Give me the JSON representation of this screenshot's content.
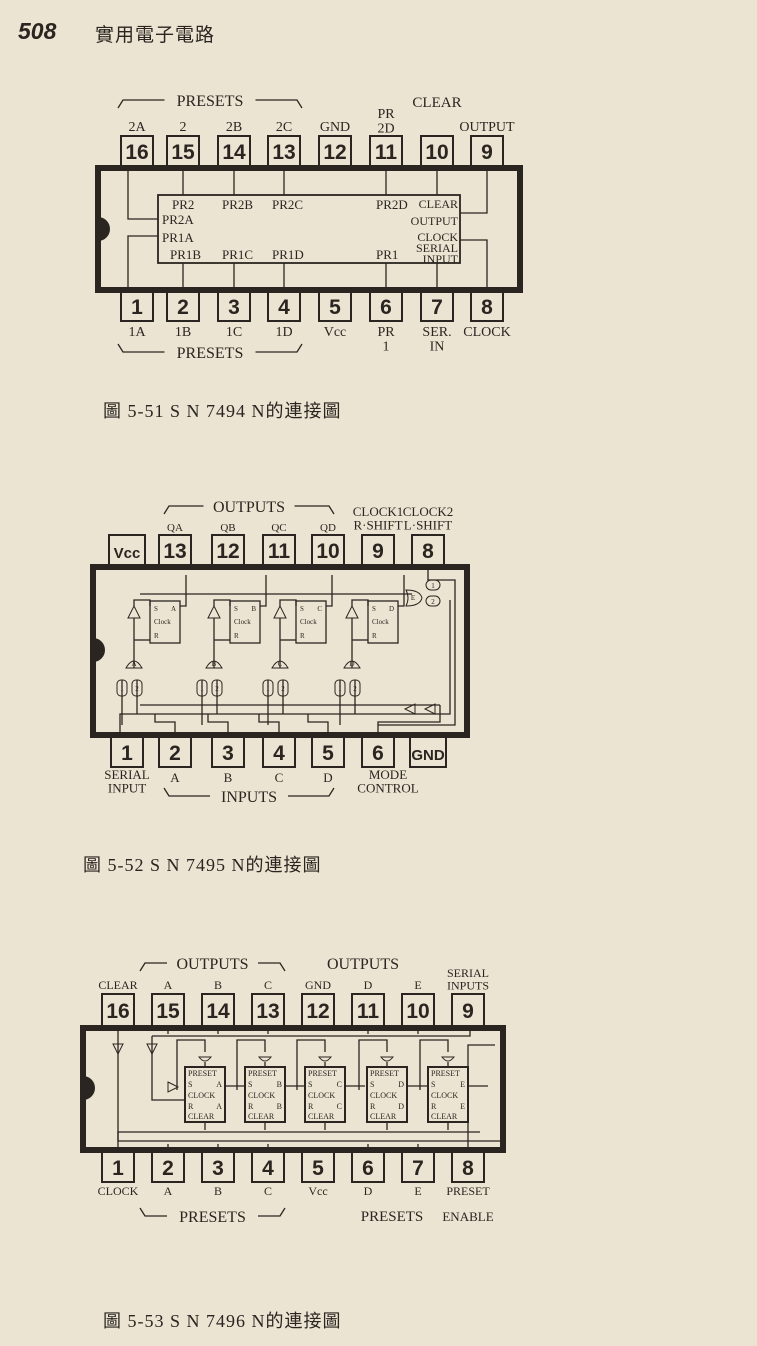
{
  "header": {
    "page_number": "508",
    "book_title": "實用電子電路"
  },
  "figures": [
    {
      "caption": "圖 5-51  S N 7494 N的連接圖",
      "top_pins": [
        "16",
        "15",
        "14",
        "13",
        "12",
        "11",
        "10",
        "9"
      ],
      "top_labels": [
        "2A",
        "2",
        "2B",
        "2C",
        "GND",
        "PR\n2D",
        "",
        "OUTPUT"
      ],
      "top_extra": {
        "clear": "CLEAR"
      },
      "top_group": "PRESETS",
      "bottom_pins": [
        "1",
        "2",
        "3",
        "4",
        "5",
        "6",
        "7",
        "8"
      ],
      "bottom_labels": [
        "1A",
        "1B",
        "1C",
        "1D",
        "Vcc",
        "PR\n1",
        "SER.\nIN",
        "CLOCK"
      ],
      "bottom_group": "PRESETS",
      "inner_labels": {
        "pr2": "PR2",
        "pr2b": "PR2B",
        "pr2c": "PR2C",
        "pr2d": "PR2D",
        "pr2a": "PR2A",
        "pr1a": "PR1A",
        "pr1b": "PR1B",
        "pr1c": "PR1C",
        "pr1d": "PR1D",
        "pr1": "PR1",
        "clear": "CLEAR",
        "output": "OUTPUT",
        "clock": "CLOCK",
        "serial": "SERIAL",
        "input": "INPUT"
      }
    },
    {
      "caption": "圖 5-52  S N 7495 N的連接圖",
      "top_pins": [
        "Vcc",
        "13",
        "12",
        "11",
        "10",
        "9",
        "8"
      ],
      "top_labels": [
        "",
        "QA",
        "QB",
        "QC",
        "QD",
        "CLOCK1\nR·SHIFT",
        "CLOCK2\nL·SHIFT"
      ],
      "top_group": "OUTPUTS",
      "bottom_pins": [
        "1",
        "2",
        "3",
        "4",
        "5",
        "6",
        "GND"
      ],
      "bottom_labels": [
        "SERIAL\nINPUT",
        "A",
        "B",
        "C",
        "D",
        "MODE\nCONTROL",
        ""
      ],
      "bottom_group": "INPUTS",
      "inner_labels": {
        "ff": [
          "A",
          "B",
          "C",
          "D"
        ],
        "s": "S",
        "r": "R",
        "clock": "Clock",
        "gate_e": "E",
        "gate1": "1",
        "gate2": "2"
      }
    },
    {
      "caption": "圖 5-53  S N 7496 N的連接圖",
      "top_pins": [
        "16",
        "15",
        "14",
        "13",
        "12",
        "11",
        "10",
        "9"
      ],
      "top_labels": [
        "CLEAR",
        "A",
        "B",
        "C",
        "GND",
        "D",
        "E",
        "SERIAL\nINPUTS"
      ],
      "top_group": "OUTPUTS",
      "top_group2": "OUTPUTS",
      "bottom_pins": [
        "1",
        "2",
        "3",
        "4",
        "5",
        "6",
        "7",
        "8"
      ],
      "bottom_labels": [
        "CLOCK",
        "A",
        "B",
        "C",
        "Vcc",
        "D",
        "E",
        "PRESET"
      ],
      "bottom_group": "PRESETS",
      "bottom_group2": "PRESETS",
      "bottom_extra": "ENABLE",
      "inner_labels": {
        "ff": [
          "A",
          "B",
          "C",
          "D",
          "E"
        ],
        "preset": "PRESET",
        "s": "S",
        "r": "R",
        "clock": "CLOCK",
        "clear": "CLEAR"
      }
    }
  ],
  "colors": {
    "paper": "#ebe4d2",
    "ink": "#2a2520"
  }
}
